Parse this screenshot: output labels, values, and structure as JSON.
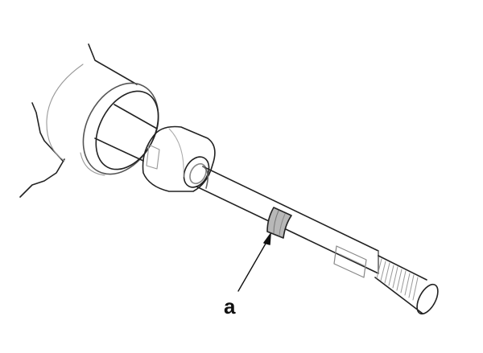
{
  "diagram": {
    "type": "technical-illustration",
    "subject": "steering rack tie rod shaft",
    "components": [
      "housing-boot-end",
      "housing-collar",
      "inner-ball-joint",
      "rack-shaft",
      "marked-band",
      "flat-section",
      "threaded-end"
    ],
    "callouts": [
      {
        "label": "a",
        "target": "marked-band"
      }
    ],
    "colors": {
      "line": "#222222",
      "light_line": "#9a9a9a",
      "band_fill": "#b8b8b8",
      "background": "#ffffff"
    }
  }
}
